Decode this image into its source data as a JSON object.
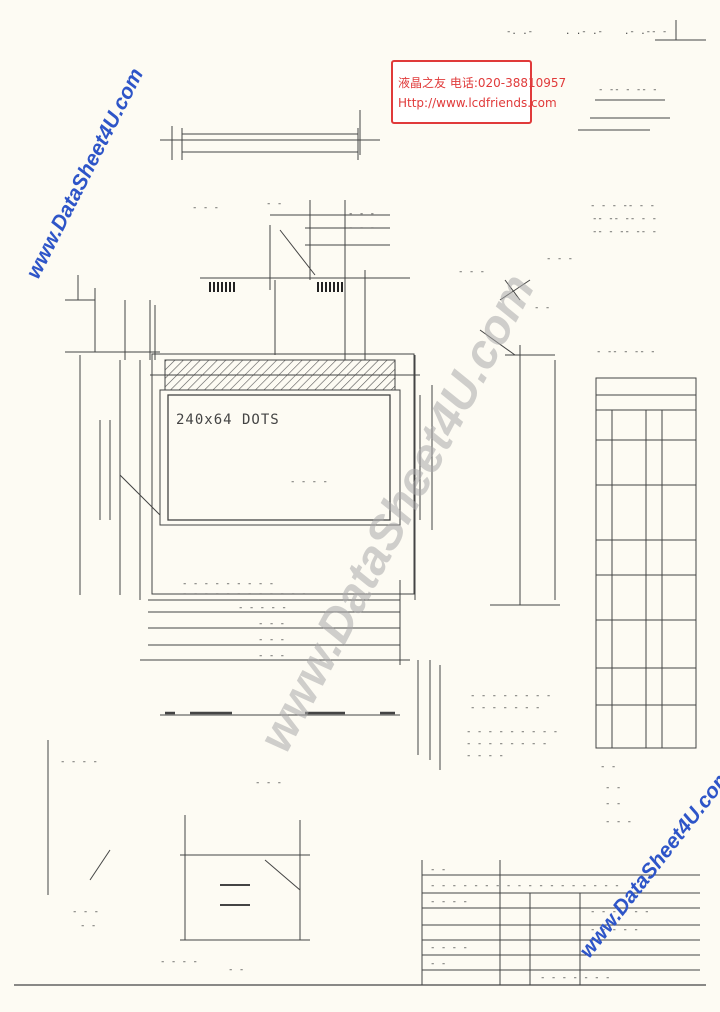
{
  "watermarks": {
    "left_vertical": "www.DataSheet4U.com",
    "center_diagonal": "www.DataSheet4U.com",
    "bottom_right": "www.DataSheet4U.com"
  },
  "stamp": {
    "line1": "液晶之友 电话:020-38810957",
    "line2": "Http://www.lcdfriends.com"
  },
  "display_text": "240x64 DOTS"
}
